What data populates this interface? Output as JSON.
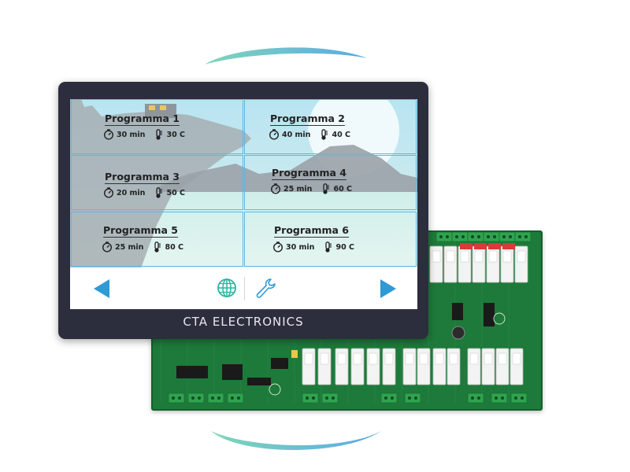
{
  "brand": "CTA ELECTRONICS",
  "colors": {
    "accent_blue": "#2e9ad6",
    "teal": "#2bb3a0",
    "device_frame": "#2c2d3d",
    "pcb_green": "#1d7a3a"
  },
  "programs": [
    {
      "title": "Programma 1",
      "time": "30 min",
      "temp": "30 C"
    },
    {
      "title": "Programma 2",
      "time": "40 min",
      "temp": "40 C"
    },
    {
      "title": "Programma 3",
      "time": "20 min",
      "temp": "50 C"
    },
    {
      "title": "Programma 4",
      "time": "25 min",
      "temp": "60 C"
    },
    {
      "title": "Programma 5",
      "time": "25 min",
      "temp": "80 C"
    },
    {
      "title": "Programma 6",
      "time": "30 min",
      "temp": "90 C"
    }
  ],
  "icons": {
    "prev": "arrow-left-icon",
    "next": "arrow-right-icon",
    "language": "globe-icon",
    "settings": "wrench-icon",
    "timer": "timer-icon",
    "temperature": "thermometer-icon"
  }
}
